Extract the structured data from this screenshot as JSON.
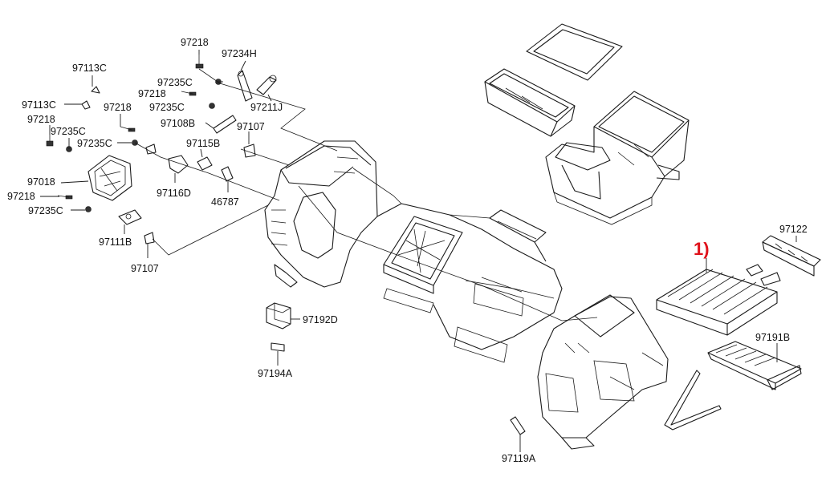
{
  "callout": {
    "text": "1)",
    "color": "#e0121b"
  },
  "labels": {
    "97218_a": "97218",
    "97234H": "97234H",
    "97113C_a": "97113C",
    "97235C_a": "97235C",
    "97218_b": "97218",
    "97211J": "97211J",
    "97113C_b": "97113C",
    "97218_c": "97218",
    "97235C_b": "97235C",
    "97218_d": "97218",
    "97108B": "97108B",
    "97235C_c": "97235C",
    "97107_a": "97107",
    "97235C_d": "97235C",
    "97115B": "97115B",
    "97018": "97018",
    "97116D": "97116D",
    "46787": "46787",
    "97218_e": "97218",
    "97235C_e": "97235C",
    "97111B": "97111B",
    "97107_b": "97107",
    "97192D": "97192D",
    "97194A": "97194A",
    "97122": "97122",
    "97191B": "97191B",
    "97119A": "97119A"
  }
}
